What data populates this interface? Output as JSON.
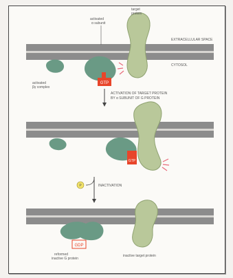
{
  "labels": {
    "activated_alpha_subunit": [
      "activated",
      "α subunit"
    ],
    "target_protein": [
      "target",
      "protein"
    ],
    "extracellular_space": "EXTRACELLULAR SPACE",
    "cytosol": "CYTOSOL",
    "activated_bg_complex": [
      "activated",
      "βγ complex"
    ],
    "activation_text": [
      "ACTIVATION OF TARGET PROTEIN",
      "BY α SUBUNIT OF G PROTEIN"
    ],
    "hydrolysis": "INACTIVATION",
    "inactive_target": "inactive target protein",
    "reformed_g_protein": [
      "reformed",
      "inactive G protein"
    ],
    "gtp_1": "GTP",
    "gtp_2": "GTP",
    "gdp": "GDP",
    "phosphate": "P"
  },
  "colors": {
    "membrane": "#8c8c8c",
    "membrane_dark": "#6e6e6e",
    "g_protein": "#6a9a85",
    "target_protein": "#b9c89a",
    "gtp": "#e8452a",
    "phosphate": "#f2e36a",
    "signal": "#e96a7a"
  }
}
